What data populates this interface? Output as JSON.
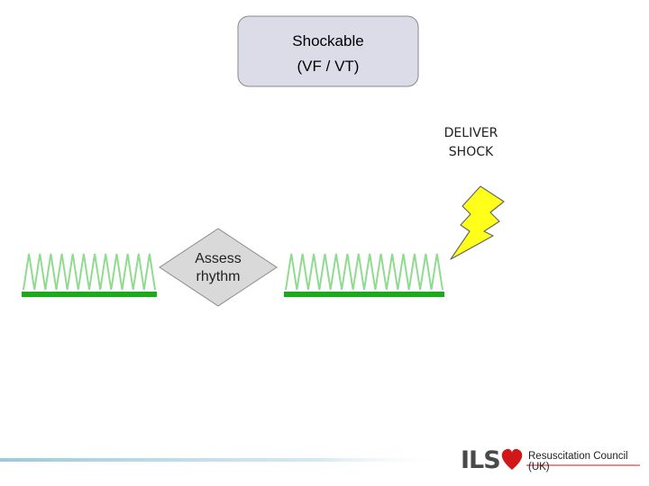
{
  "decision_box": {
    "title": "Shockable",
    "subtitle": "(VF / VT)"
  },
  "assess_node": {
    "line1": "Assess",
    "line2": "rhythm"
  },
  "shock_label": {
    "line1": "DELIVER",
    "line2": "SHOCK"
  },
  "footer": {
    "logo_text": "ILS",
    "organization": "Resuscitation Council (UK)"
  },
  "colors": {
    "box_fill": "#dcdbe8",
    "diamond_fill": "#d9d9d9",
    "waveform": "#8fdc8f",
    "baseline": "#1aaa1a",
    "bolt_fill": "#ffff1a",
    "brand_red": "#d01818",
    "footer_bar": "#8fc5d8"
  },
  "icons": [
    "lightning-bolt-icon",
    "heart-icon",
    "vf-waveform-icon"
  ]
}
